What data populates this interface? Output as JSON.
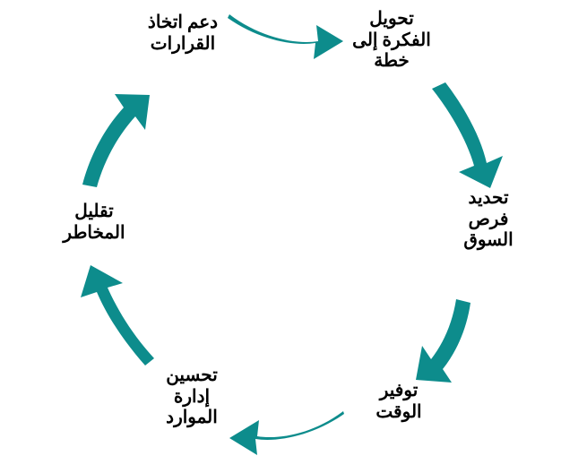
{
  "diagram": {
    "kind": "circular-cycle",
    "direction": "clockwise",
    "language": "ar",
    "background_color": "#ffffff",
    "accent_color": "#0d8c8c",
    "text_color": "#000000",
    "stage_count": 6,
    "stages": [
      {
        "index": 1,
        "id": "plan",
        "label": "تحويل\nالفكرة إلى\nخطة",
        "lines": [
          "تحويل",
          "الفكرة إلى",
          "خطة"
        ],
        "position": "top-right"
      },
      {
        "index": 2,
        "id": "market",
        "label": "تحديد\nفرص\nالسوق",
        "lines": [
          "تحديد",
          "فرص",
          "السوق"
        ],
        "position": "right"
      },
      {
        "index": 3,
        "id": "time",
        "label": "توفير\nالوقت",
        "lines": [
          "توفير",
          "الوقت"
        ],
        "position": "bottom-right"
      },
      {
        "index": 4,
        "id": "resource",
        "label": "تحسين\nإدارة\nالموارد",
        "lines": [
          "تحسين",
          "إدارة",
          "الموارد"
        ],
        "position": "bottom-left"
      },
      {
        "index": 5,
        "id": "risk",
        "label": "تقليل\nالمخاطر",
        "lines": [
          "تقليل",
          "المخاطر"
        ],
        "position": "left"
      },
      {
        "index": 6,
        "id": "decision",
        "label": "دعم اتخاذ\nالقرارات",
        "lines": [
          "دعم اتخاذ",
          "القرارات"
        ],
        "position": "top-left"
      }
    ],
    "arrows": [
      {
        "id": "arrow-top",
        "from": "decision",
        "to": "plan",
        "icon": "curved-arrow-right-icon"
      },
      {
        "id": "arrow-upper-right",
        "from": "plan",
        "to": "market",
        "icon": "curved-arrow-down-right-icon"
      },
      {
        "id": "arrow-lower-right",
        "from": "market",
        "to": "time",
        "icon": "curved-arrow-down-left-icon"
      },
      {
        "id": "arrow-bottom",
        "from": "time",
        "to": "resource",
        "icon": "curved-arrow-left-icon"
      },
      {
        "id": "arrow-lower-left",
        "from": "resource",
        "to": "risk",
        "icon": "curved-arrow-up-left-icon"
      },
      {
        "id": "arrow-upper-left",
        "from": "risk",
        "to": "decision",
        "icon": "curved-arrow-up-right-icon"
      }
    ]
  }
}
